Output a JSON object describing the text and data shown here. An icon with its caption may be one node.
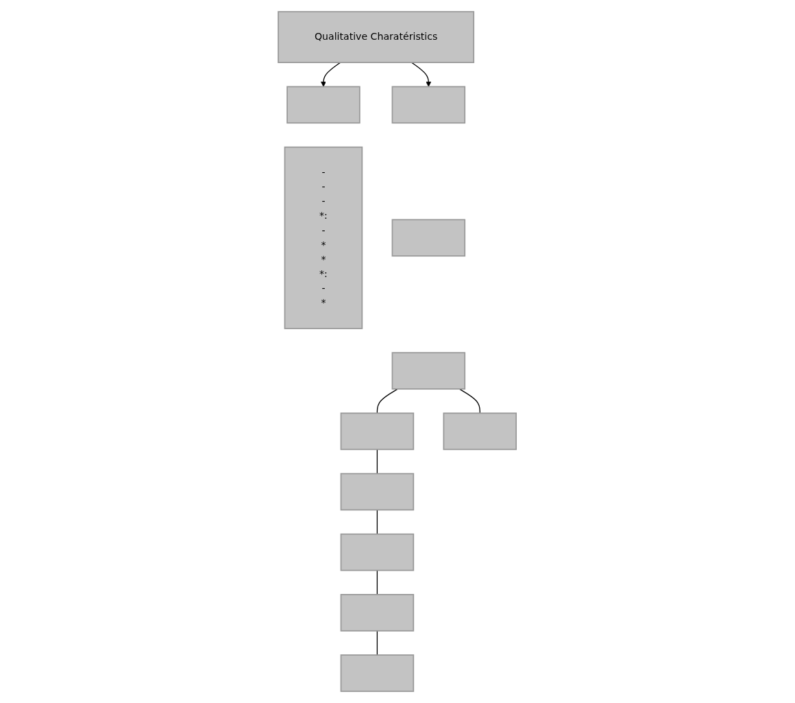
{
  "diagram": {
    "nodes": [
      {
        "text": [
          "Qualitative Charatéristics"
        ]
      },
      {
        "text": [],
        "shape": "box"
      },
      {
        "text": [
          "-",
          "-",
          "-",
          "*:",
          "-",
          "*",
          "*",
          "*:",
          "-",
          "*"
        ]
      },
      {
        "text": [],
        "shape": "box"
      },
      {
        "text": [],
        "shape": "box"
      },
      {
        "text": [],
        "shape": "box"
      },
      {
        "text": [],
        "shape": "box"
      },
      {
        "text": [],
        "shape": "box"
      },
      {
        "text": [],
        "shape": "box"
      },
      {
        "text": [],
        "shape": "box"
      },
      {
        "text": [],
        "shape": "box"
      },
      {
        "text": [],
        "shape": "box"
      }
    ],
    "edges": [
      {
        "from": 0,
        "to": 1,
        "arrow": "to"
      },
      {
        "from": 0,
        "to": 3,
        "arrow": "to"
      },
      {
        "from": 5,
        "to": 6,
        "arrow": "none"
      },
      {
        "from": 6,
        "to": 7,
        "arrow": "none"
      },
      {
        "from": 7,
        "to": 8,
        "arrow": "none"
      },
      {
        "from": 8,
        "to": 9,
        "arrow": "none"
      },
      {
        "from": 9,
        "to": 10,
        "arrow": "none"
      },
      {
        "from": 5,
        "to": 11,
        "arrow": "none"
      }
    ]
  }
}
